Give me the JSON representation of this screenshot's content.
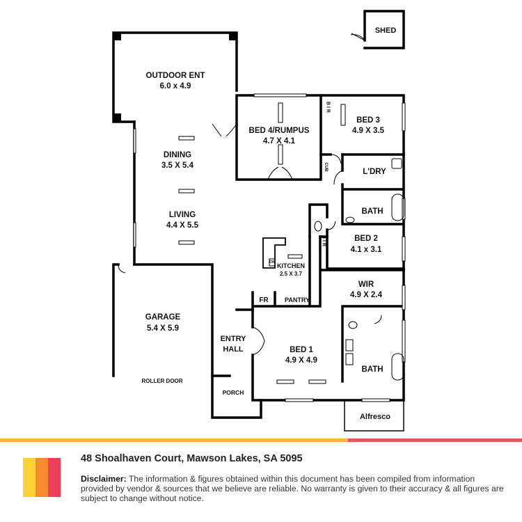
{
  "rooms": {
    "shed": {
      "name": "SHED"
    },
    "outdoor_ent": {
      "name": "OUTDOOR ENT",
      "size": "6.0 x 4.9"
    },
    "bed4": {
      "name": "BED 4/RUMPUS",
      "size": "4.7 X 4.1"
    },
    "bed3": {
      "name": "BED 3",
      "size": "4.9 X 3.5"
    },
    "bir_top": {
      "name": "B I R"
    },
    "cub": {
      "name": "CUB"
    },
    "dining": {
      "name": "DINING",
      "size": "3.5 X 5.4"
    },
    "living": {
      "name": "LIVING",
      "size": "4.4 X 5.5"
    },
    "ldry": {
      "name": "L'DRY"
    },
    "bath_top": {
      "name": "BATH"
    },
    "bed2": {
      "name": "BED 2",
      "size": "4.1 x 3.1"
    },
    "bir_mid": {
      "name": "B I R"
    },
    "kitchen": {
      "name": "KITCHEN",
      "size": "2.5 X 3.7"
    },
    "dw": {
      "name": "DW"
    },
    "wir": {
      "name": "WIR",
      "size": "4.9 X 2.4"
    },
    "fr": {
      "name": "FR"
    },
    "pantry": {
      "name": "PANTRY"
    },
    "garage": {
      "name": "GARAGE",
      "size": "5.4 X 5.9"
    },
    "entry_hall": {
      "line1": "ENTRY",
      "line2": "HALL"
    },
    "bed1": {
      "name": "BED 1",
      "size": "4.9 X 4.9"
    },
    "bath_bottom": {
      "name": "BATH"
    },
    "roller_door": {
      "name": "ROLLER DOOR"
    },
    "porch": {
      "name": "PORCH"
    },
    "alfresco": {
      "name": "Alfresco"
    }
  },
  "footer": {
    "address": "48 Shoalhaven Court, Mawson Lakes, SA 5095",
    "disclaimer_label": "Disclaimer:",
    "disclaimer_text": " The information & figures obtained within this document has been compiled from information provided by vendor & sources that we believe are reliable. No warranty is given to their accuracy & all figures are subject to change without notice."
  },
  "colors": {
    "wall": "#000000",
    "stripe_left": "#f6b73c",
    "stripe_right": "#e2595a",
    "logo_yellow": "#fbd234",
    "logo_orange": "#f78a2e",
    "logo_red": "#ec3f5c"
  }
}
